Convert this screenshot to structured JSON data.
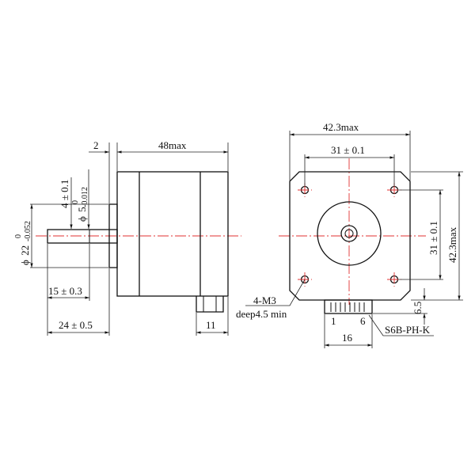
{
  "side_view": {
    "len_flange": "2",
    "len_body": "48max",
    "shaft_flat_dia": "4 ± 0.1",
    "shaft_dia_sym": "ϕ",
    "shaft_dia": "5",
    "shaft_tol_upper": "0",
    "shaft_tol_lower": "-0.012",
    "boss_dia_sym": "ϕ",
    "boss_dia": "22",
    "boss_tol_upper": "0",
    "boss_tol_lower": "-0.052",
    "flat_len": "15 ± 0.3",
    "shaft_len": "24 ± 0.5",
    "connector_len": "11"
  },
  "front_view": {
    "width_total": "42.3max",
    "hole_spacing_h": "31 ± 0.1",
    "hole_spacing_v": "31 ± 0.1",
    "height_total": "42.3max",
    "hole_spec": "4-M3",
    "hole_depth": "deep4.5 min",
    "connector_offset": "6.5",
    "pin_first": "1",
    "pin_last": "6",
    "connector_width": "16",
    "connector_part": "S6B-PH-K"
  }
}
